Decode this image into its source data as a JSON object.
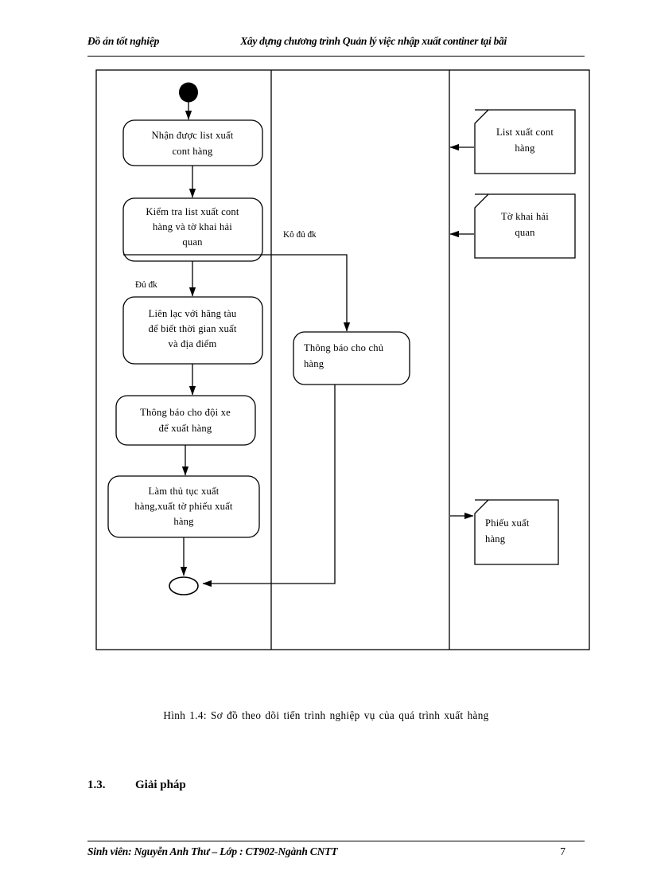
{
  "header": {
    "left": "Đồ án tốt nghiệp",
    "right": "Xây dựng chương trình Quản lý việc nhập xuất continer tại bãi"
  },
  "diagram": {
    "type": "uml-activity-swimlane",
    "lanes": 3,
    "start_node": "filled-circle",
    "end_node": "final-ellipse",
    "activities": [
      {
        "id": "a1",
        "lane": 1,
        "lines": [
          "Nhận được list  xuất",
          "cont hàng"
        ]
      },
      {
        "id": "a2",
        "lane": 1,
        "lines": [
          "Kiểm tra list  xuất cont",
          "hàng và tờ khai  hải",
          "quan"
        ]
      },
      {
        "id": "a3",
        "lane": 1,
        "lines": [
          "Liên lạc với hãng tàu",
          "để biết thời gian  xuất",
          "và địa điểm"
        ]
      },
      {
        "id": "a4",
        "lane": 1,
        "lines": [
          "Thông báo cho đội xe",
          "để xuất  hàng"
        ]
      },
      {
        "id": "a5",
        "lane": 1,
        "lines": [
          "Làm thủ tục xuất",
          "hàng,xuất  tờ phiếu xuất",
          "hàng"
        ]
      },
      {
        "id": "a6",
        "lane": 2,
        "lines": [
          "Thông báo cho chủ",
          "hàng"
        ]
      }
    ],
    "objects": [
      {
        "id": "o1",
        "lane": 3,
        "lines": [
          "List  xuất cont",
          "hàng"
        ]
      },
      {
        "id": "o2",
        "lane": 3,
        "lines": [
          "Tờ khai hải",
          "quan"
        ]
      },
      {
        "id": "o3",
        "lane": 3,
        "lines": [
          "Phiếu  xuất",
          "hàng"
        ]
      }
    ],
    "edge_labels": [
      {
        "id": "e-no",
        "text": "Kô đủ đk"
      },
      {
        "id": "e-yes",
        "text": "Đủ đk"
      }
    ]
  },
  "caption": "Hình  1.4: Sơ đồ theo dõi tiến  trình  nghiệp  vụ  của quá trình  xuất  hàng",
  "section": {
    "number": "1.3.",
    "title": "Giải pháp"
  },
  "footer": {
    "left": "Sinh viên: Nguyễn Anh Thư – Lớp : CT902-Ngành CNTT",
    "page": "7"
  }
}
